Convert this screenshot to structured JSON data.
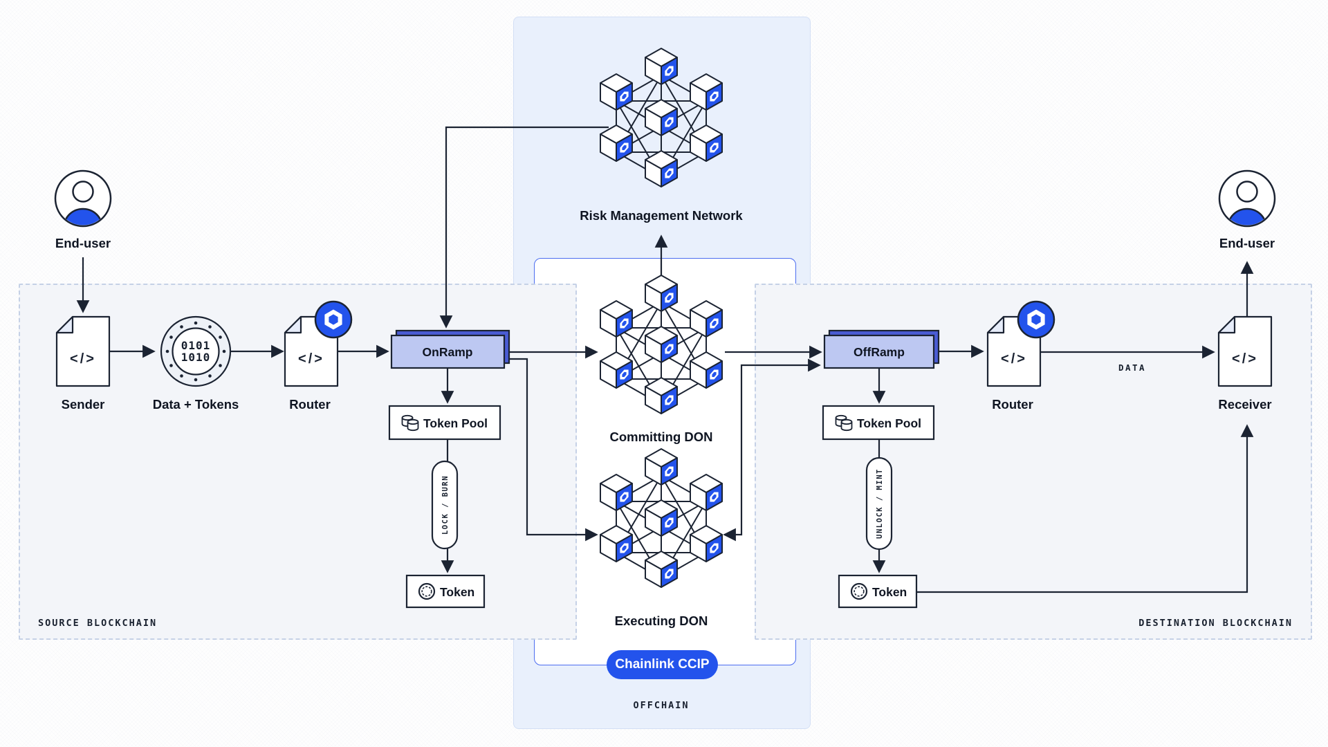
{
  "title": "Chainlink CCIP architecture diagram",
  "regions": {
    "source": {
      "label": "SOURCE BLOCKCHAIN"
    },
    "destination": {
      "label": "DESTINATION BLOCKCHAIN"
    },
    "offchain": {
      "label": "OFFCHAIN",
      "badge": "Chainlink CCIP"
    }
  },
  "nodes": {
    "end_user": "End-user",
    "sender": "Sender",
    "data_tokens": "Data + Tokens",
    "router": "Router",
    "onramp": "OnRamp",
    "offramp": "OffRamp",
    "token_pool": "Token Pool",
    "token": "Token",
    "receiver": "Receiver",
    "risk_mgmt": "Risk Management Network",
    "committing_don": "Committing DON",
    "executing_don": "Executing DON"
  },
  "annotations": {
    "lock_burn": "LOCK / BURN",
    "unlock_mint": "UNLOCK / MINT",
    "data_arrow": "DATA",
    "code_glyph": "</>",
    "binary_line1": "0101",
    "binary_line2": "1010"
  },
  "icons": {
    "avatar": "person-avatar-icon",
    "document": "code-document-icon",
    "chainlink_badge": "chainlink-hexagon-icon",
    "coins": "token-pool-coins-icon",
    "ring": "token-ring-icon",
    "cube": "chainlink-node-cube-icon"
  },
  "colors": {
    "brand_blue": "#2353ec",
    "ramp_fill": "#bdc8f2",
    "ramp_shadow": "#4a5cd4",
    "ink": "#1b2332",
    "panel_fill": "#f3f5f9",
    "panel_dash": "#c5d1e6",
    "offchain_fill": "#e9f0fc",
    "ccip_border": "#4b6cf0"
  }
}
